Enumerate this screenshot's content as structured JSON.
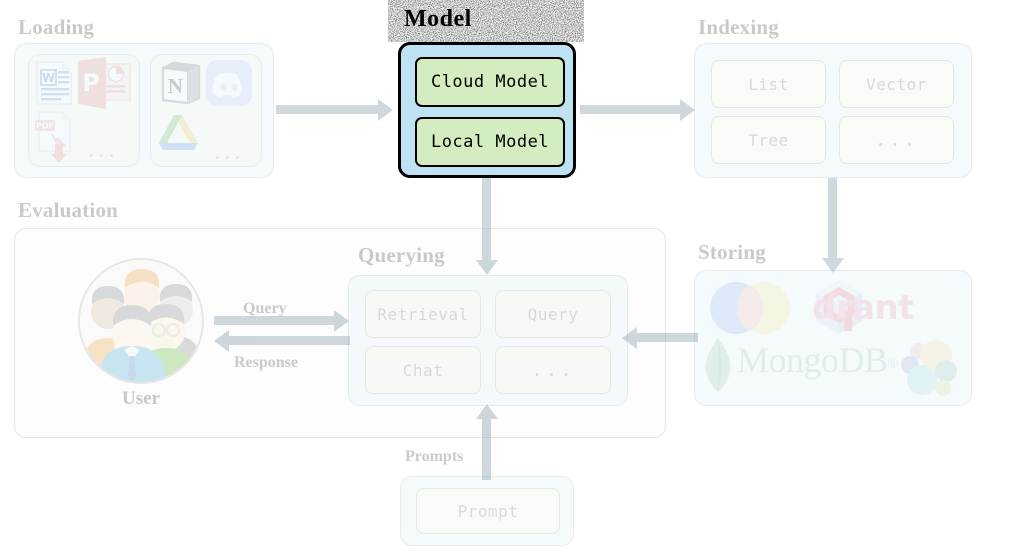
{
  "diagram": {
    "title": "LlamaIndex RAG pipeline overview",
    "focus": "Model",
    "accent_panel": "#e3f2fa",
    "accent_cell": "#ecf4e4",
    "arrow_color": "#93a9b4",
    "label_color": "#8a8a8a"
  },
  "sections": {
    "loading": {
      "label": "Loading",
      "groups": [
        {
          "name": "documents",
          "icons": [
            "word-icon",
            "powerpoint-icon",
            "pdf-icon"
          ],
          "more": "..."
        },
        {
          "name": "apps",
          "icons": [
            "notion-icon",
            "discord-icon",
            "google-drive-icon"
          ],
          "more": "..."
        }
      ]
    },
    "model": {
      "label": "Model",
      "cells": [
        {
          "label": "Cloud Model"
        },
        {
          "label": "Local Model"
        }
      ]
    },
    "indexing": {
      "label": "Indexing",
      "cells": [
        {
          "label": "List"
        },
        {
          "label": "Vector"
        },
        {
          "label": "Tree"
        },
        {
          "label": "..."
        }
      ]
    },
    "storing": {
      "label": "Storing",
      "logos": [
        {
          "name": "chroma-logo",
          "text": ""
        },
        {
          "name": "qdrant-logo",
          "text": "drant"
        },
        {
          "name": "mongodb-logo",
          "text": "MongoDB"
        },
        {
          "name": "elasticsearch-logo",
          "text": ""
        }
      ]
    },
    "querying": {
      "label": "Querying",
      "cells": [
        {
          "label": "Retrieval"
        },
        {
          "label": "Query"
        },
        {
          "label": "Chat"
        },
        {
          "label": "..."
        }
      ]
    },
    "evaluation": {
      "label": "Evaluation",
      "user_label": "User"
    },
    "prompts": {
      "label": "Prompts",
      "cells": [
        {
          "label": "Prompt"
        }
      ]
    }
  },
  "edges": [
    {
      "from": "loading",
      "to": "model",
      "label": ""
    },
    {
      "from": "model",
      "to": "indexing",
      "label": ""
    },
    {
      "from": "indexing",
      "to": "storing",
      "label": ""
    },
    {
      "from": "model",
      "to": "querying",
      "label": ""
    },
    {
      "from": "storing",
      "to": "querying",
      "label": ""
    },
    {
      "from": "user",
      "to": "querying",
      "label": "Query"
    },
    {
      "from": "querying",
      "to": "user",
      "label": "Response"
    },
    {
      "from": "prompts",
      "to": "querying",
      "label": "Prompts"
    }
  ]
}
